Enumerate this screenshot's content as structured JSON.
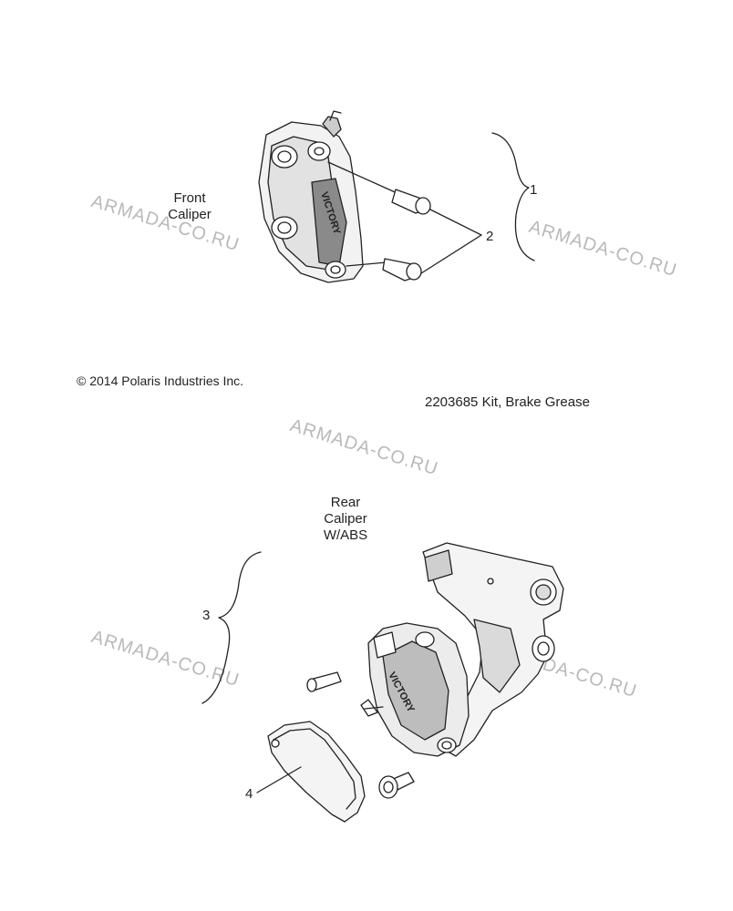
{
  "watermark": "ARMADA-CO.RU",
  "copyright": "© 2014 Polaris Industries Inc.",
  "kit_note": "2203685  Kit, Brake Grease",
  "front_caliper": {
    "line1": "Front",
    "line2": "Caliper",
    "brand": "VICTORY"
  },
  "rear_caliper": {
    "line1": "Rear",
    "line2": "Caliper",
    "line3": "W/ABS",
    "brand": "VICTORY"
  },
  "callouts": {
    "c1": "1",
    "c2": "2",
    "c3": "3",
    "c4": "4"
  }
}
